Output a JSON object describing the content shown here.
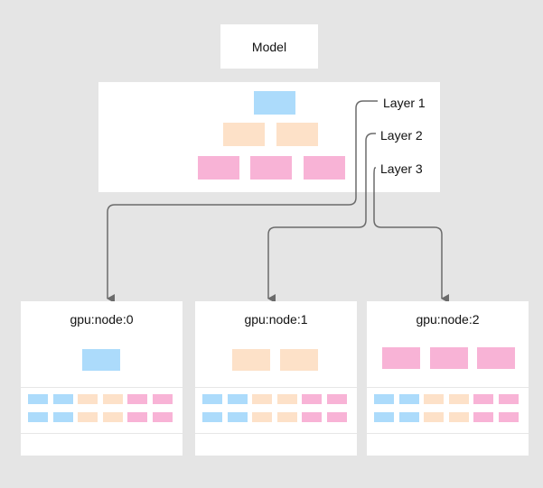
{
  "model": {
    "label": "Model"
  },
  "layers": [
    {
      "label": "Layer 1",
      "block_count": 1,
      "color": "blue"
    },
    {
      "label": "Layer 2",
      "block_count": 2,
      "color": "peach"
    },
    {
      "label": "Layer 3",
      "block_count": 3,
      "color": "pink"
    }
  ],
  "nodes": [
    {
      "label": "gpu:node:0",
      "assigned_layer": "Layer 1"
    },
    {
      "label": "gpu:node:1",
      "assigned_layer": "Layer 2"
    },
    {
      "label": "gpu:node:2",
      "assigned_layer": "Layer 3"
    }
  ],
  "grid_pattern": [
    "blue",
    "blue",
    "peach",
    "peach",
    "pink",
    "pink"
  ],
  "colors": {
    "background": "#e5e5e5",
    "panel": "#ffffff",
    "blue": "#acdbfb",
    "peach": "#fde1c8",
    "pink": "#f8b3d6",
    "connector": "#6b6b6b"
  }
}
